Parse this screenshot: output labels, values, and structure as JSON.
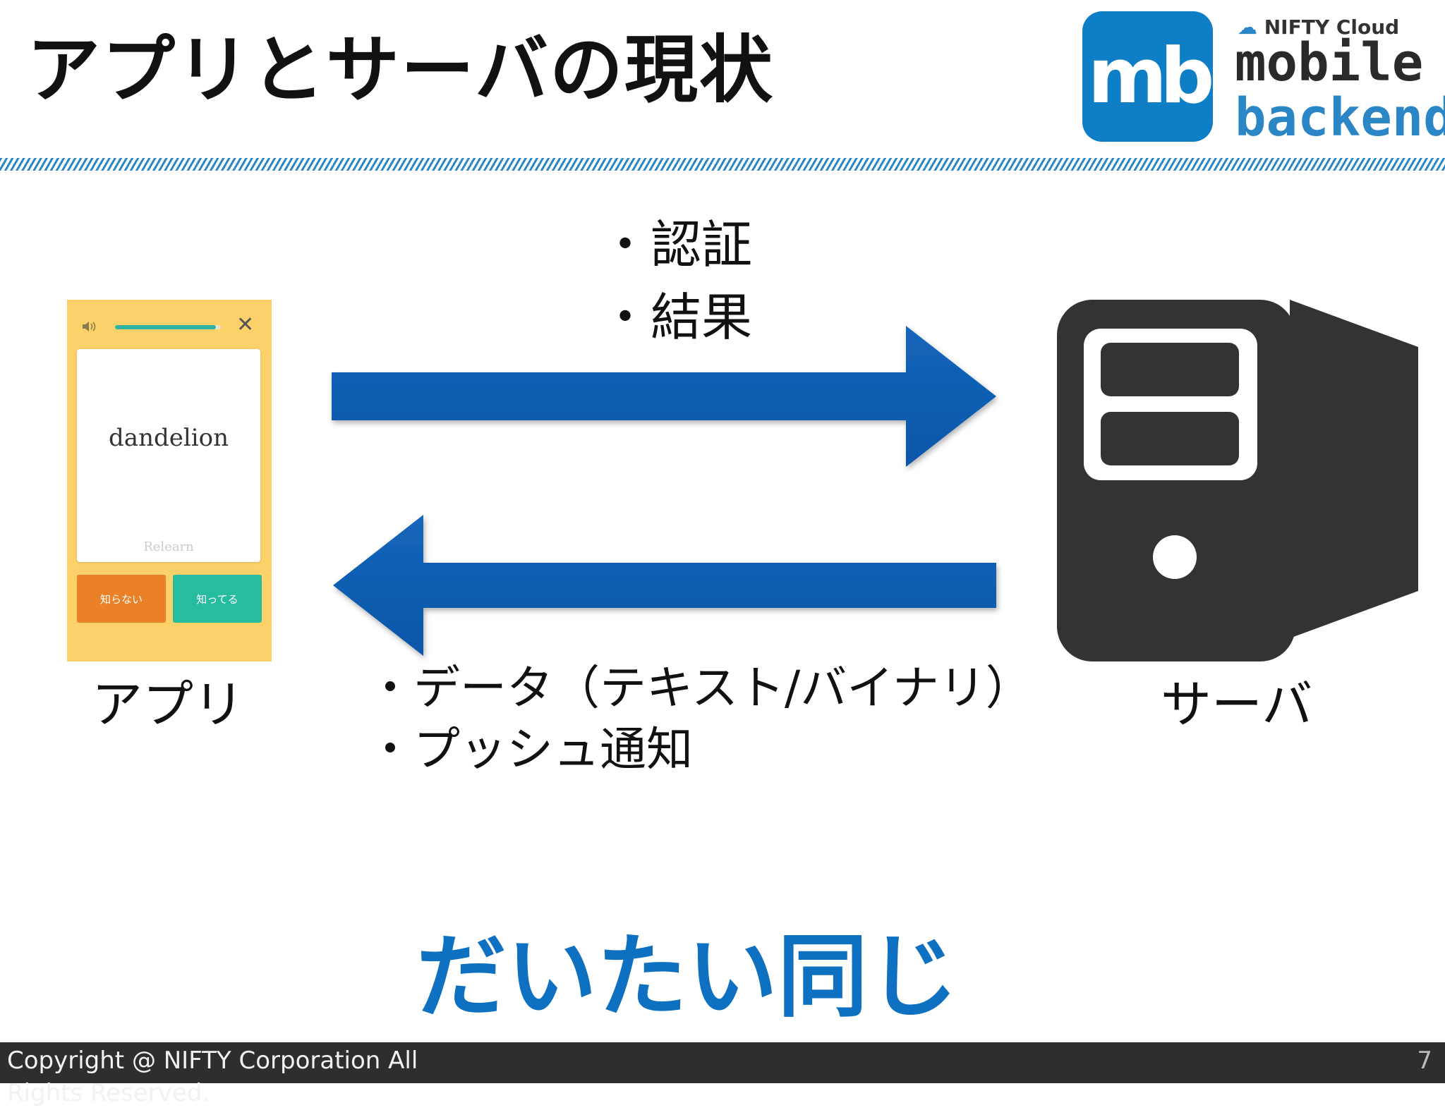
{
  "slide": {
    "title": "アプリとサーバの現状",
    "conclusion": "だいたい同じ"
  },
  "logo": {
    "mark": "mb",
    "brand_prefix": "NIFTY",
    "brand_suffix": "Cloud",
    "line1": "mobile",
    "line2": "backend"
  },
  "app_mock": {
    "word": "dandelion",
    "relearn_label": "Relearn",
    "dont_know_button": "知らない",
    "know_button": "知ってる",
    "progress": 0.95,
    "speaker_icon": "speaker-icon",
    "close_icon": "close-icon"
  },
  "diagram": {
    "app_label": "アプリ",
    "server_label": "サーバ",
    "to_server_items": [
      "・認証",
      "・結果"
    ],
    "to_app_items": [
      "・データ（テキスト/バイナリ）",
      "・プッシュ通知"
    ],
    "arrow_color": "#0a5eb0",
    "server_color": "#333333"
  },
  "footer": {
    "copyright": "Copyright @ NIFTY Corporation All Rights Reserved.",
    "page_number": "7"
  }
}
